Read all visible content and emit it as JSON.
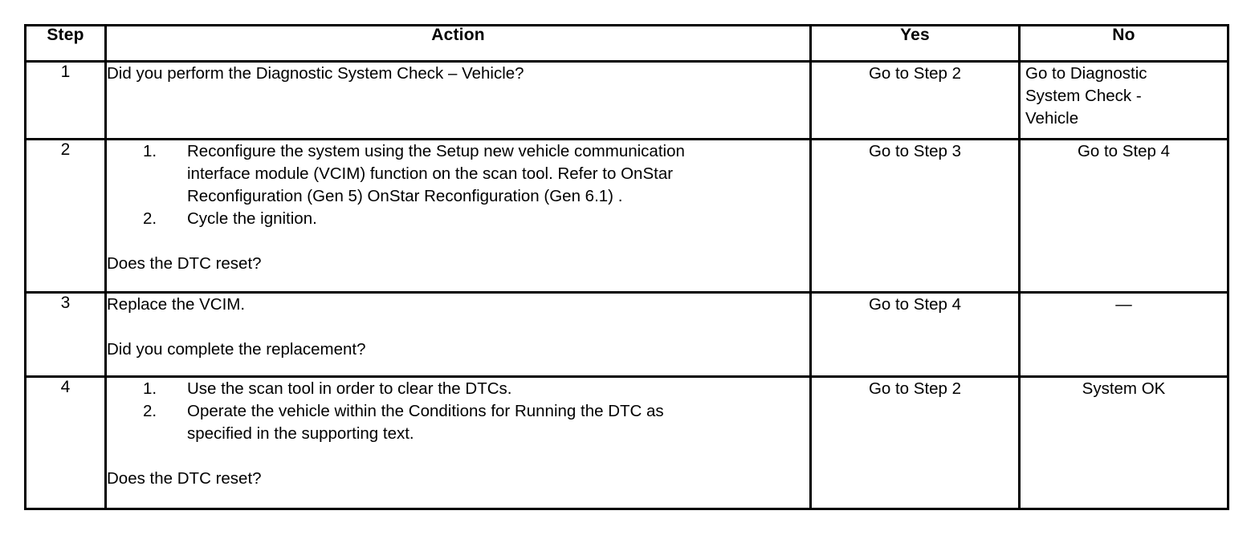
{
  "table": {
    "headers": {
      "step": "Step",
      "action": "Action",
      "yes": "Yes",
      "no": "No"
    },
    "rows": [
      {
        "step": "1",
        "action": {
          "type": "plain",
          "lines": [
            "Did you perform the Diagnostic System Check – Vehicle?"
          ]
        },
        "yes": "Go to Step 2",
        "no_lines": [
          "Go to Diagnostic",
          "System Check -",
          "Vehicle"
        ],
        "no_align": "topleft"
      },
      {
        "step": "2",
        "action": {
          "type": "list",
          "items": [
            {
              "marker": "1.",
              "lines": [
                "Reconfigure the system using the Setup new vehicle communication",
                "interface module (VCIM) function on the scan tool. Refer to OnStar",
                "Reconfiguration (Gen 5) OnStar Reconfiguration (Gen 6.1) ."
              ]
            },
            {
              "marker": "2.",
              "lines": [
                "Cycle the ignition."
              ]
            }
          ],
          "question": "Does the DTC reset?"
        },
        "yes": "Go to Step 3",
        "no": "Go to Step 4",
        "no_align": "center"
      },
      {
        "step": "3",
        "action": {
          "type": "plain",
          "lines": [
            "Replace the VCIM."
          ],
          "question": "Did you complete the replacement?"
        },
        "yes": "Go to Step 4",
        "no": "—",
        "no_align": "center"
      },
      {
        "step": "4",
        "action": {
          "type": "list",
          "items": [
            {
              "marker": "1.",
              "lines": [
                "Use the scan tool in order to clear the DTCs."
              ]
            },
            {
              "marker": "2.",
              "lines": [
                "Operate the vehicle within the Conditions for Running the DTC as",
                "specified in the supporting text."
              ]
            }
          ],
          "question": "Does the DTC reset?"
        },
        "yes": "Go to Step 2",
        "no": "System OK",
        "no_align": "center"
      }
    ]
  },
  "style": {
    "border_color": "#000000",
    "text_color": "#000000",
    "background": "#ffffff"
  }
}
